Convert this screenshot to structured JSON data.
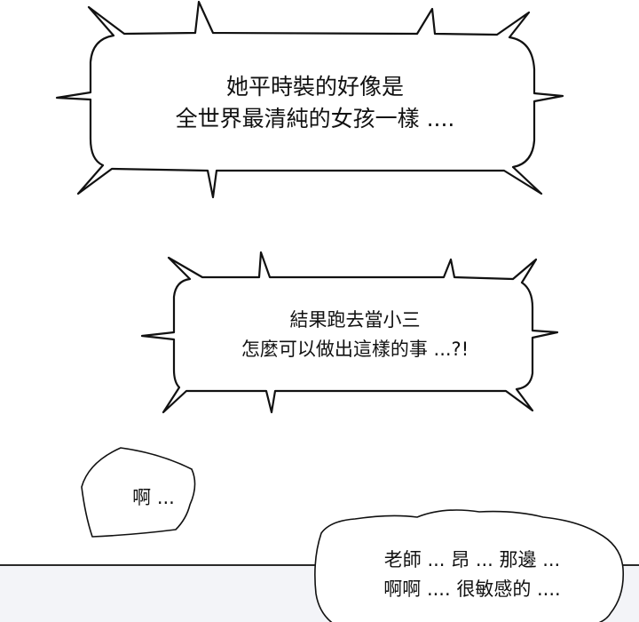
{
  "colors": {
    "background": "#ffffff",
    "ink": "#111111",
    "floor_panel": "#f3f4f8",
    "floor_line": "#2a2a2a"
  },
  "bubbles": [
    {
      "id": "spiky-bubble-1",
      "lines": [
        "她平時裝的好像是",
        "全世界最清純的女孩一樣 ...."
      ]
    },
    {
      "id": "spiky-bubble-2",
      "lines": [
        "結果跑去當小三",
        "怎麼可以做出這樣的事 ...?!"
      ]
    },
    {
      "id": "small-bubble",
      "lines": [
        "啊 ..."
      ]
    },
    {
      "id": "wavy-bubble",
      "lines": [
        "老師 ... 昂 ... 那邊 ...",
        "啊啊 .... 很敏感的 ...."
      ]
    }
  ]
}
